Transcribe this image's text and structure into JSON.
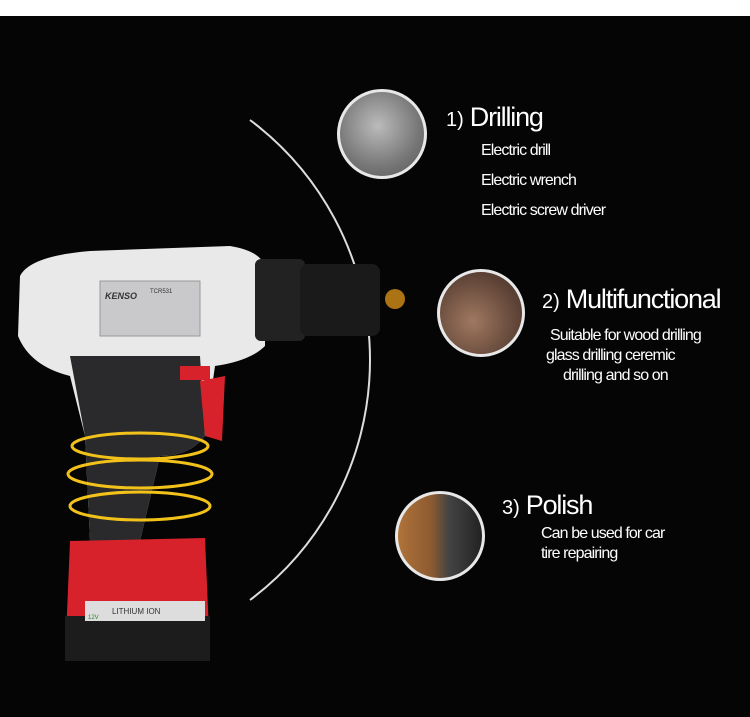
{
  "features": [
    {
      "number": "1)",
      "title": "Drilling",
      "lines": [
        "Electric drill",
        "Electric wrench",
        "Electric screw driver"
      ]
    },
    {
      "number": "2)",
      "title": "Multifunctional",
      "lines": [
        "Suitable for wood drilling",
        "glass drilling ceremic",
        "drilling and so on"
      ]
    },
    {
      "number": "3)",
      "title": "Polish",
      "lines": [
        "Can be used for car",
        "tire repairing"
      ]
    }
  ],
  "product": {
    "brand": "KENSO",
    "model": "TCR531",
    "battery_label": "LITHIUM ION",
    "voltage": "12V"
  },
  "colors": {
    "background": "#050505",
    "accent_red": "#d8222b",
    "glow": "#f2c21b"
  }
}
